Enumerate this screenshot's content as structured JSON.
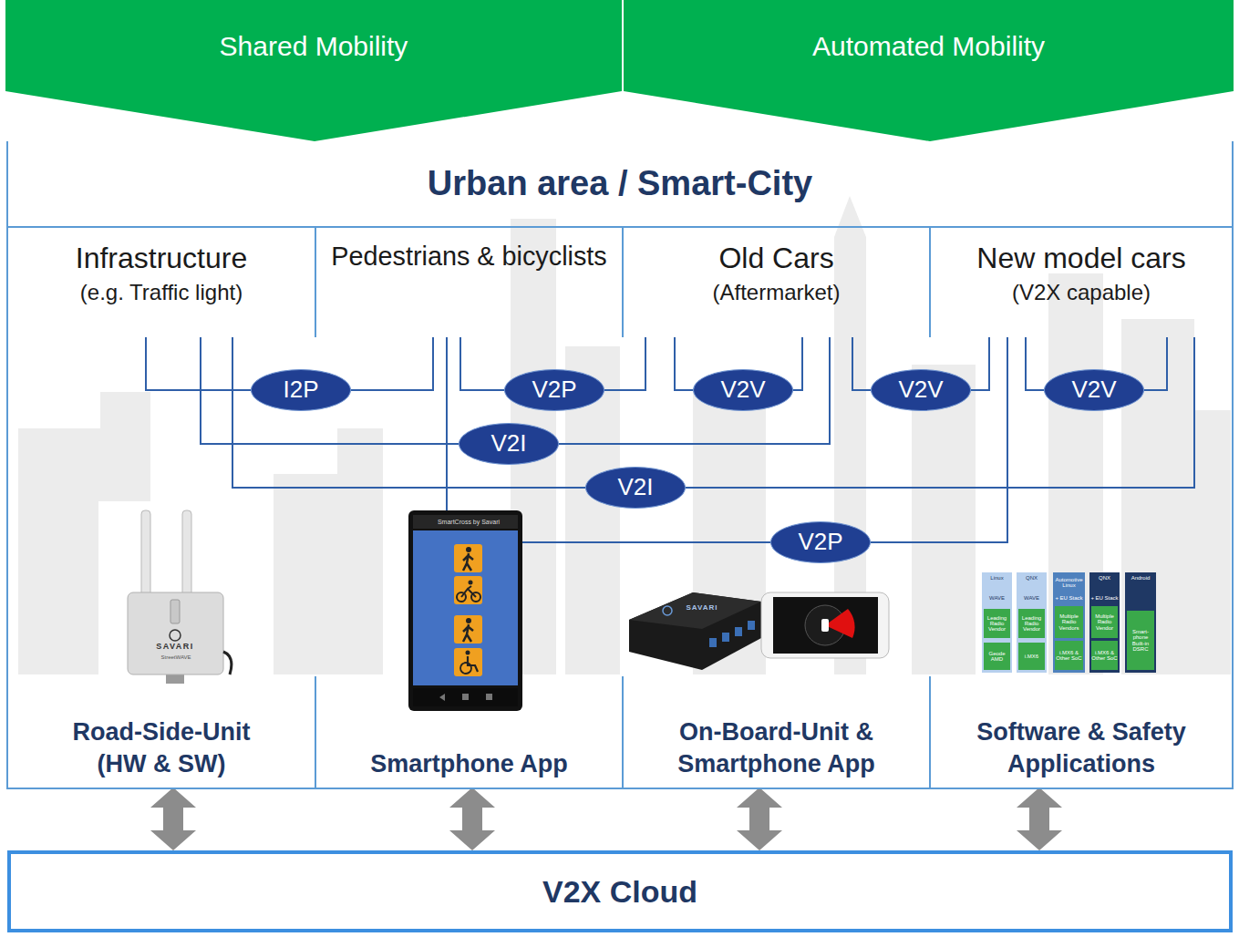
{
  "diagram": {
    "nodes": [
      {
        "text": [
          "Shared Mobility"
        ]
      },
      {
        "text": [
          "Automated Mobility"
        ]
      },
      {
        "text": [
          "Urban area / Smart-City"
        ]
      },
      {
        "text": [
          "Infrastructure",
          "(e.g. Traffic light)"
        ],
        "in": 2
      },
      {
        "text": [
          "Pedestrians & bicyclists"
        ],
        "in": 2
      },
      {
        "text": [
          "Old Cars",
          "(Aftermarket)"
        ],
        "in": 2
      },
      {
        "text": [
          "New model cars",
          "(V2X capable)"
        ],
        "in": 2
      },
      {
        "text": [
          "Road-Side-Unit (HW & SW)"
        ],
        "in": 2
      },
      {
        "text": [
          "Smartphone App"
        ],
        "in": 2
      },
      {
        "text": [
          "On-Board-Unit & Smartphone App"
        ],
        "in": 2
      },
      {
        "text": [
          "Software & Safety Applications"
        ],
        "in": 2
      },
      {
        "text": [
          "V2X Cloud"
        ]
      }
    ],
    "edges": [
      {
        "from": 3,
        "to": 4,
        "label": "I2P",
        "arrow": "none"
      },
      {
        "from": 4,
        "to": 5,
        "label": "V2P",
        "arrow": "none"
      },
      {
        "from": 5,
        "to": 5,
        "label": "V2V",
        "arrow": "none"
      },
      {
        "from": 5,
        "to": 6,
        "label": "V2V",
        "arrow": "none"
      },
      {
        "from": 6,
        "to": 6,
        "label": "V2V",
        "arrow": "none"
      },
      {
        "from": 3,
        "to": 5,
        "label": "V2I",
        "arrow": "none"
      },
      {
        "from": 3,
        "to": 6,
        "label": "V2I",
        "arrow": "none"
      },
      {
        "from": 4,
        "to": 6,
        "label": "V2P",
        "arrow": "none"
      },
      {
        "from": 7,
        "to": 11,
        "arrow": "both"
      },
      {
        "from": 8,
        "to": 11,
        "arrow": "both"
      },
      {
        "from": 9,
        "to": 11,
        "arrow": "both"
      },
      {
        "from": 10,
        "to": 11,
        "arrow": "both"
      }
    ],
    "labels": [
      "SAVARI",
      "StreetWAVE",
      "SmartCross by Savari",
      "SAVARI",
      "Linux",
      "WAVE",
      "Leading Radio Vendor",
      "Geode AMD",
      "QNX",
      "WAVE",
      "Leading Radio Vendor",
      "i.MX6",
      "Automotive Linux",
      "+ EU Stack",
      "Multiple Radio Vendors",
      "i.MX6 & Other SoC",
      "QNX",
      "+ EU Stack",
      "Multiple Radio Vendor",
      "i.MX6 & Other SoC",
      "Android",
      "Smart-phone Built-in DSRC"
    ]
  }
}
